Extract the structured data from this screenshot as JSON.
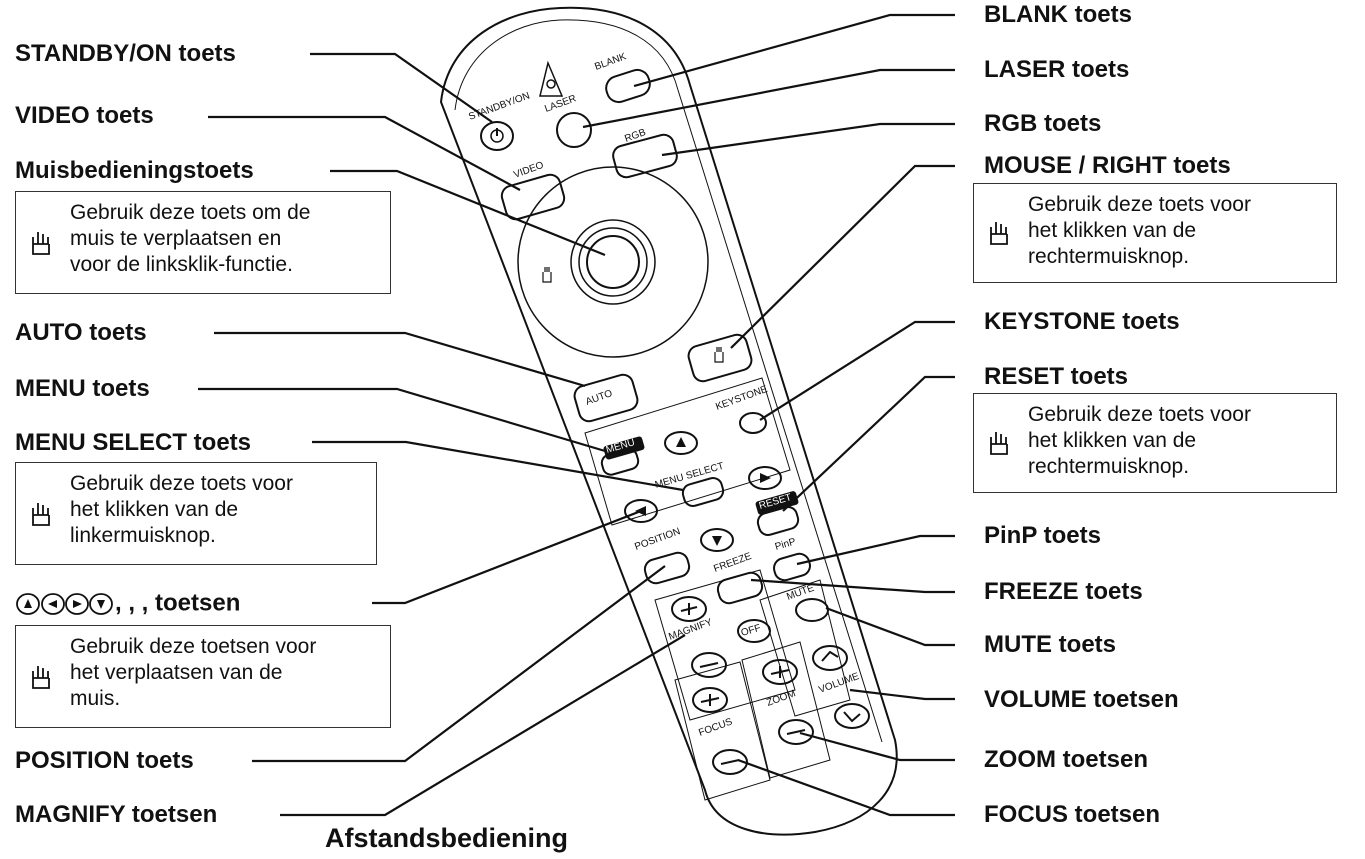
{
  "title": "Afstandsbediening",
  "labels_left": {
    "standby": "STANDBY/ON toets",
    "video": "VIDEO toets",
    "mouse_ctrl": "Muisbedieningstoets",
    "auto": "AUTO toets",
    "menu": "MENU toets",
    "menu_select": "MENU SELECT toets",
    "arrows_suffix": ", , , toetsen",
    "position": "POSITION toets",
    "magnify": "MAGNIFY toetsen"
  },
  "labels_right": {
    "blank": "BLANK toets",
    "laser": "LASER toets",
    "rgb": "RGB toets",
    "mouse_right": "MOUSE / RIGHT toets",
    "keystone": "KEYSTONE toets",
    "reset": "RESET toets",
    "pinp": "PinP toets",
    "freeze": "FREEZE toets",
    "mute": "MUTE toets",
    "volume": "VOLUME toetsen",
    "zoom": "ZOOM toetsen",
    "focus": "FOCUS toetsen"
  },
  "notes": {
    "mouse_ctrl": [
      "Gebruik deze toets om de",
      "muis te verplaatsen en",
      "voor de linksklik-functie."
    ],
    "mouse_right": [
      "Gebruik deze toets voor",
      "het klikken van de",
      "rechtermuisknop."
    ],
    "reset": [
      "Gebruik deze toets voor",
      "het klikken van de",
      "rechtermuisknop."
    ],
    "menu_select": [
      "Gebruik deze toets voor",
      "het klikken van de",
      "linkermuisknop."
    ],
    "arrows": [
      "Gebruik deze toetsen voor",
      "het verplaatsen van de",
      "muis."
    ]
  },
  "remote": {
    "standby": "STANDBY/ON",
    "laser": "LASER",
    "blank": "BLANK",
    "rgb": "RGB",
    "video": "VIDEO",
    "auto": "AUTO",
    "keystone": "KEYSTONE",
    "menu": "MENU",
    "menu_select": "MENU SELECT",
    "reset": "RESET",
    "position": "POSITION",
    "freeze": "FREEZE",
    "pinp": "PinP",
    "mute": "MUTE",
    "magnify": "MAGNIFY",
    "off": "OFF",
    "zoom": "ZOOM",
    "focus": "FOCUS",
    "volume": "VOLUME"
  },
  "icons": {
    "mouse": "mouse-hand-icon",
    "arrow_up": "arrow-up-icon",
    "arrow_left": "arrow-left-icon",
    "arrow_right": "arrow-right-icon",
    "arrow_down": "arrow-down-icon"
  }
}
